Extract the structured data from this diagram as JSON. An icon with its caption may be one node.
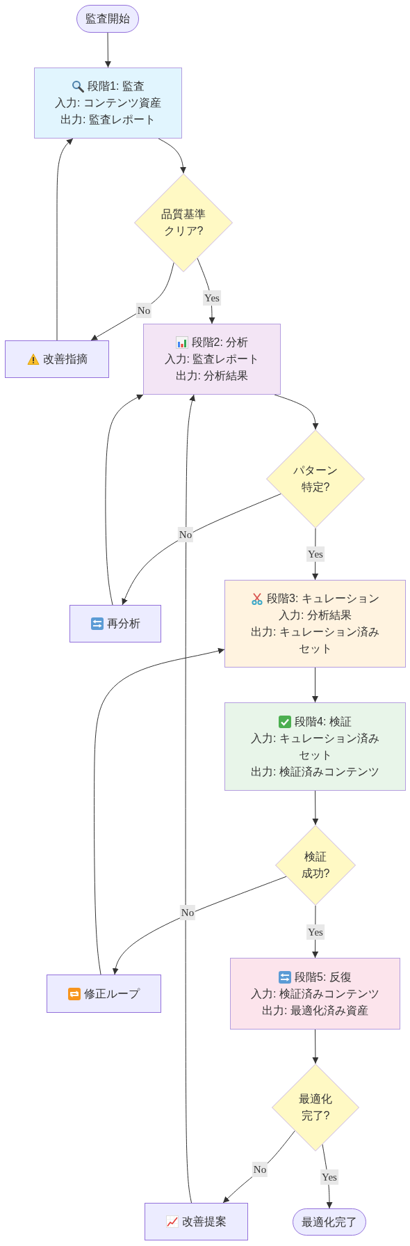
{
  "diagram": {
    "nodes": [
      {
        "text": [
          "監査開始"
        ]
      },
      {
        "text": [
          "段階1: 監査",
          "入力: コンテンツ資産",
          "出力: 監査レポート"
        ]
      },
      {
        "text": [
          "品質基準クリア?"
        ]
      },
      {
        "text": [
          "改善指摘"
        ]
      },
      {
        "text": [
          "段階2: 分析",
          "入力: 監査レポート",
          "出力: 分析結果"
        ]
      },
      {
        "text": [
          "パターン特定?"
        ]
      },
      {
        "text": [
          "再分析"
        ]
      },
      {
        "text": [
          "段階3: キュレーション",
          "入力: 分析結果",
          "出力: キュレーション済みセット"
        ]
      },
      {
        "text": [
          "段階4: 検証",
          "入力: キュレーション済みセット",
          "出力: 検証済みコンテンツ"
        ]
      },
      {
        "text": [
          "検証成功?"
        ]
      },
      {
        "text": [
          "修正ループ"
        ]
      },
      {
        "text": [
          "段階5: 反復",
          "入力: 検証済みコンテンツ",
          "出力: 最適化済み資産"
        ]
      },
      {
        "text": [
          "最適化完了?"
        ]
      },
      {
        "text": [
          "改善提案"
        ]
      },
      {
        "text": [
          "最適化完了"
        ]
      }
    ],
    "edges": [
      {
        "from": 0,
        "to": 1,
        "arrow": "to"
      },
      {
        "from": 1,
        "to": 2,
        "arrow": "to"
      },
      {
        "from": 2,
        "to": 4,
        "arrow": "to",
        "label": "Yes"
      },
      {
        "from": 2,
        "to": 3,
        "arrow": "to",
        "label": "No"
      },
      {
        "from": 3,
        "to": 1,
        "arrow": "to"
      },
      {
        "from": 4,
        "to": 5,
        "arrow": "to"
      },
      {
        "from": 5,
        "to": 7,
        "arrow": "to",
        "label": "Yes"
      },
      {
        "from": 5,
        "to": 6,
        "arrow": "to",
        "label": "No"
      },
      {
        "from": 6,
        "to": 4,
        "arrow": "to"
      },
      {
        "from": 7,
        "to": 8,
        "arrow": "to"
      },
      {
        "from": 8,
        "to": 9,
        "arrow": "to"
      },
      {
        "from": 9,
        "to": 11,
        "arrow": "to",
        "label": "Yes"
      },
      {
        "from": 9,
        "to": 10,
        "arrow": "to",
        "label": "No"
      },
      {
        "from": 10,
        "to": 7,
        "arrow": "to"
      },
      {
        "from": 11,
        "to": 12,
        "arrow": "to"
      },
      {
        "from": 12,
        "to": 14,
        "arrow": "to",
        "label": "Yes"
      },
      {
        "from": 12,
        "to": 13,
        "arrow": "to",
        "label": "No"
      },
      {
        "from": 13,
        "to": 4,
        "arrow": "to"
      }
    ]
  }
}
